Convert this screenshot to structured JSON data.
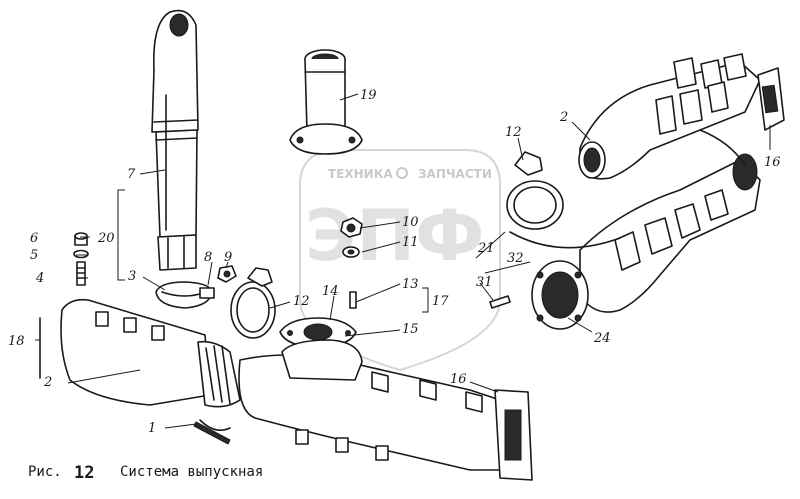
{
  "caption": {
    "prefix": "Рис.",
    "number": "12",
    "title": "Система выпускная"
  },
  "watermark": {
    "line1_left": "ТЕХНИКА",
    "line1_right": "ЗАПЧАСТИ",
    "logo": "ЭПФ"
  },
  "callouts": {
    "c1": "1",
    "c2a": "2",
    "c2b": "2",
    "c3": "3",
    "c4": "4",
    "c5": "5",
    "c6": "6",
    "c7": "7",
    "c8": "8",
    "c9": "9",
    "c10": "10",
    "c11": "11",
    "c12a": "12",
    "c12b": "12",
    "c13": "13",
    "c14": "14",
    "c15": "15",
    "c16a": "16",
    "c16b": "16",
    "c17": "17",
    "c18": "18",
    "c19": "19",
    "c20": "20",
    "c21": "21",
    "c24": "24",
    "c31": "31",
    "c32": "32"
  },
  "colors": {
    "ink": "#1a1a1a",
    "watermark": "#c9c9c9",
    "background": "#ffffff"
  }
}
